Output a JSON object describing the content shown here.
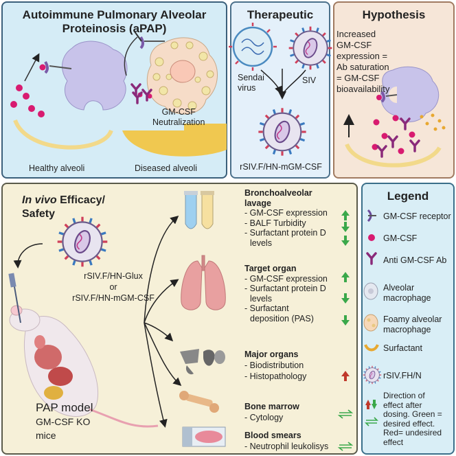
{
  "apap": {
    "title_line1": "Autoimmune Pulmonary Alveolar",
    "title_line2": "Proteinosis (aPAP)",
    "neutralization_line1": "GM-CSF",
    "neutralization_line2": "Neutralization",
    "healthy_label": "Healthy alveoli",
    "diseased_label": "Diseased alveoli"
  },
  "therapeutic": {
    "title": "Therapeutic",
    "sendai_line1": "Sendai",
    "sendai_line2": "virus",
    "siv_label": "SIV",
    "product_label": "rSIV.F/HN-mGM-CSF"
  },
  "hypothesis": {
    "title": "Hypothesis",
    "lines": [
      "Increased",
      "GM-CSF",
      "expression =",
      "Ab saturation",
      "= GM-CSF",
      "bioavailability"
    ]
  },
  "invivo": {
    "title_italic": "In vivo",
    "title_rest": " Efficacy/",
    "title_line2": "Safety",
    "vector_line1": "rSIV.F/HN-Glux",
    "vector_line2": "or",
    "vector_line3": "rSIV.F/HN-mGM-CSF",
    "model_line1": "PAP model",
    "model_line2": "GM-CSF KO",
    "model_line3": "mice",
    "balf_title_line1": "Bronchoalveolar",
    "balf_title_line2": "lavage",
    "balf_items": [
      "- GM-CSF expression",
      "- BALF Turbidity",
      "- Surfactant protein D",
      "levels"
    ],
    "target_title": "Target organ",
    "target_items": [
      "- GM-CSF expression",
      "- Surfactant protein D",
      "levels",
      "- Surfactant",
      "deposition (PAS)"
    ],
    "major_title": "Major organs",
    "major_items": [
      "- Biodistribution",
      "- Histopathology"
    ],
    "bone_title": "Bone marrow",
    "bone_items": [
      "- Cytology"
    ],
    "blood_title": "Blood smears",
    "blood_items": [
      "- Neutrophil leukolisys"
    ]
  },
  "legend": {
    "title": "Legend",
    "receptor": "GM-CSF receptor",
    "gmcsf": "GM-CSF",
    "antibody": "Anti GM-CSF Ab",
    "alveolar_line1": "Alveolar",
    "alveolar_line2": "macrophage",
    "foamy_line1": "Foamy alveolar",
    "foamy_line2": "macrophage",
    "surfactant": "Surfactant",
    "virus": "rSIV.FH/N",
    "direction_lines": [
      "Direction of",
      "effect after",
      "dosing. Green =",
      "desired effect.",
      "Red= undesired",
      "effect"
    ]
  },
  "colors": {
    "desired": "#3aa84a",
    "undesired": "#c0392b",
    "gmcsf": "#d81b70",
    "receptor": "#6a4a9a",
    "antibody": "#8a2a7a"
  },
  "icons": [
    "macrophage-icon",
    "foamy-macrophage-icon",
    "virus-icon",
    "antibody-icon",
    "receptor-icon",
    "surfactant-icon",
    "mouse-icon",
    "lungs-icon",
    "tubes-icon",
    "organs-icon",
    "bone-icon",
    "blood-slide-icon",
    "arrow-up-icon",
    "arrow-down-icon",
    "equilibrium-icon"
  ]
}
